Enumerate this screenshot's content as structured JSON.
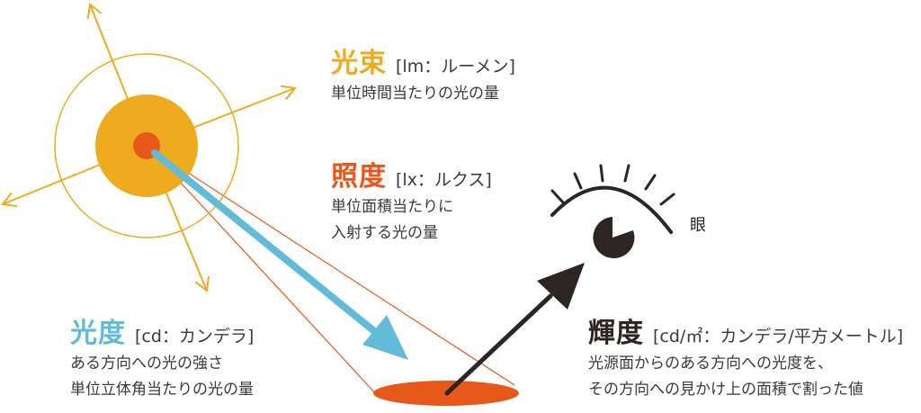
{
  "colors": {
    "sun": "#eeab1f",
    "source": "#e8581a",
    "flux": "#eeab1f",
    "illuminance": "#e8581a",
    "intensity": "#62bcd9",
    "luminance": "#2d2424",
    "text": "#3a3a3a"
  },
  "flux": {
    "title": "光束",
    "unit": "[lm：ルーメン]",
    "lines": [
      "単位時間当たりの光の量"
    ]
  },
  "illuminance": {
    "title": "照度",
    "unit": "[lx：ルクス]",
    "lines": [
      "単位面積当たりに",
      "入射する光の量"
    ]
  },
  "intensity": {
    "title": "光度",
    "unit": "[cd：カンデラ]",
    "lines": [
      "ある方向への光の強さ",
      "単位立体角当たりの光の量"
    ]
  },
  "luminance": {
    "title": "輝度",
    "unit": "[cd/㎡：カンデラ/平方メートル]",
    "lines": [
      "光源面からのある方向への光度を、",
      "その方向への見かけ上の面積で割った値"
    ]
  },
  "eye": {
    "label": "眼"
  },
  "icons": [
    "sun-icon",
    "eye-icon",
    "arrow-icon"
  ]
}
